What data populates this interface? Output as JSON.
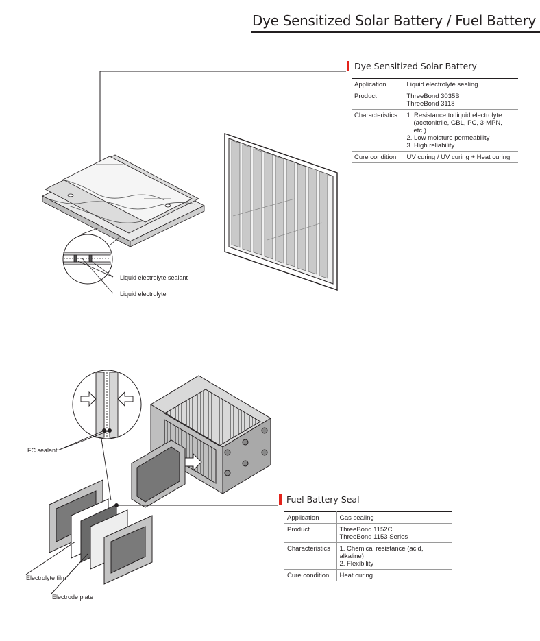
{
  "page": {
    "title": "Dye Sensitized Solar Battery / Fuel Battery"
  },
  "solar": {
    "heading": "Dye Sensitized Solar Battery",
    "rows": [
      {
        "key": "Application",
        "lines": [
          "Liquid electrolyte sealing"
        ]
      },
      {
        "key": "Product",
        "lines": [
          "ThreeBond 3035B",
          "ThreeBond 3118"
        ]
      },
      {
        "key": "Characteristics",
        "lines": [
          "1. Resistance to liquid electrolyte",
          "(acetonitrile, GBL, PC, 3-MPN, etc.)",
          "2. Low moisture permeability",
          "3. High reliability"
        ]
      },
      {
        "key": "Cure condition",
        "lines": [
          "UV curing / UV curing + Heat curing"
        ]
      }
    ],
    "callouts": {
      "sealant": "Liquid electrolyte sealant",
      "electrolyte": "Liquid electrolyte"
    }
  },
  "fuel": {
    "heading": "Fuel Battery  Seal",
    "rows": [
      {
        "key": "Application",
        "lines": [
          "Gas sealing"
        ]
      },
      {
        "key": "Product",
        "lines": [
          "ThreeBond 1152C",
          "ThreeBond 1153 Series"
        ]
      },
      {
        "key": "Characteristics",
        "lines": [
          "1. Chemical resistance (acid, alkaline)",
          "2. Flexibility"
        ]
      },
      {
        "key": "Cure condition",
        "lines": [
          "Heat curing"
        ]
      }
    ],
    "callouts": {
      "fc_sealant": "FC sealant",
      "electrolyte_film": "Electrolyte film",
      "electrode_plate": "Electrode plate"
    }
  }
}
